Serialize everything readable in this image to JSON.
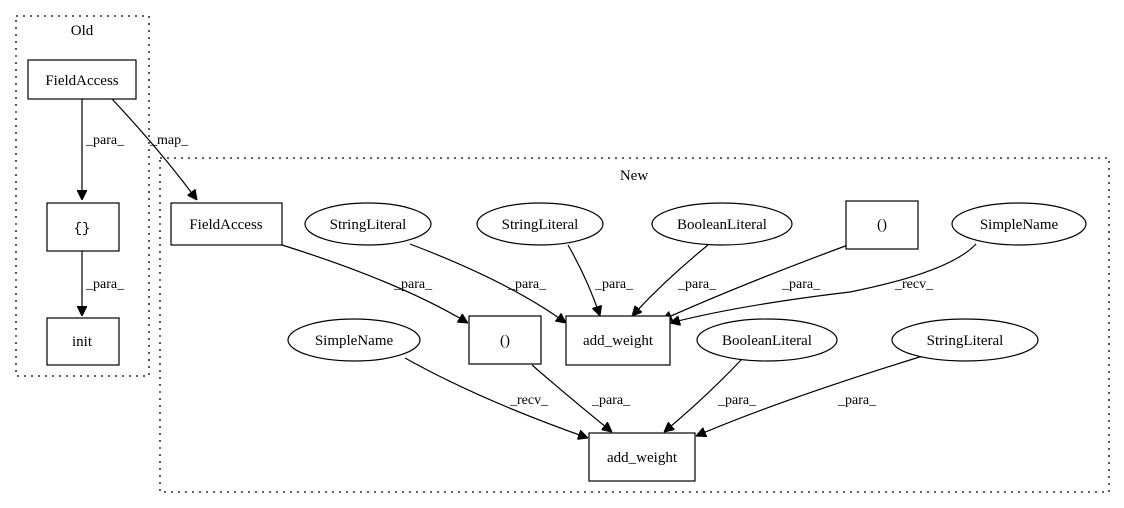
{
  "clusters": {
    "old": {
      "label": "Old"
    },
    "new": {
      "label": "New"
    }
  },
  "nodes": {
    "old_fieldaccess": "FieldAccess",
    "old_braces": "{}",
    "old_init": "init",
    "new_fieldaccess": "FieldAccess",
    "stringliteral_1": "StringLiteral",
    "stringliteral_2": "StringLiteral",
    "booleanliteral_1": "BooleanLiteral",
    "parens_top": "()",
    "simplename_top": "SimpleName",
    "simplename_bottom": "SimpleName",
    "parens_mid": "()",
    "add_weight_1": "add_weight",
    "booleanliteral_2": "BooleanLiteral",
    "stringliteral_3": "StringLiteral",
    "add_weight_2": "add_weight"
  },
  "edges": {
    "old_fa_to_braces": "_para_",
    "old_fa_to_new_fa": "_map_",
    "braces_to_init": "_para_",
    "new_fa_to_parens_mid": "_para_",
    "sl1_to_aw1": "_para_",
    "sl2_to_aw1": "_para_",
    "bl1_to_aw1": "_para_",
    "parens_top_to_aw1": "_para_",
    "sn_top_to_aw1": "_recv_",
    "sn_bottom_to_aw2": "_recv_",
    "parens_mid_to_aw2": "_para_",
    "bl2_to_aw2": "_para_",
    "sl3_to_aw2": "_para_"
  }
}
